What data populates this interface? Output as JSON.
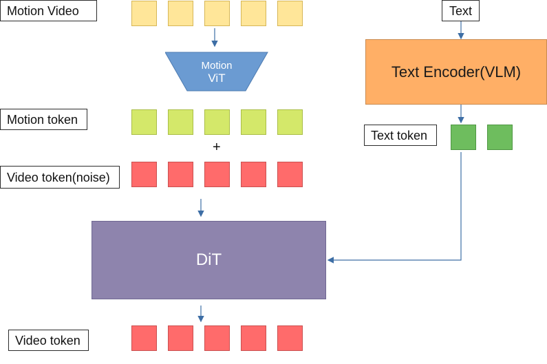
{
  "labels": {
    "motion_video": "Motion Video",
    "motion_token": "Motion token",
    "video_token_noise": "Video token(noise)",
    "video_token": "Video token",
    "text": "Text",
    "text_token": "Text token"
  },
  "blocks": {
    "motion_vit_line1": "Motion",
    "motion_vit_line2": "ViT",
    "text_encoder": "Text Encoder(VLM)",
    "dit": "DiT"
  },
  "operators": {
    "plus": "+"
  },
  "colors": {
    "motion_video_token": "#ffe699",
    "motion_token": "#d4e86a",
    "video_token": "#ff6b6b",
    "text_token": "#6ebd5e",
    "motion_vit": "#6b9bd2",
    "text_encoder": "#ffaf66",
    "dit": "#8e84ad",
    "arrow": "#3d6ea5"
  }
}
